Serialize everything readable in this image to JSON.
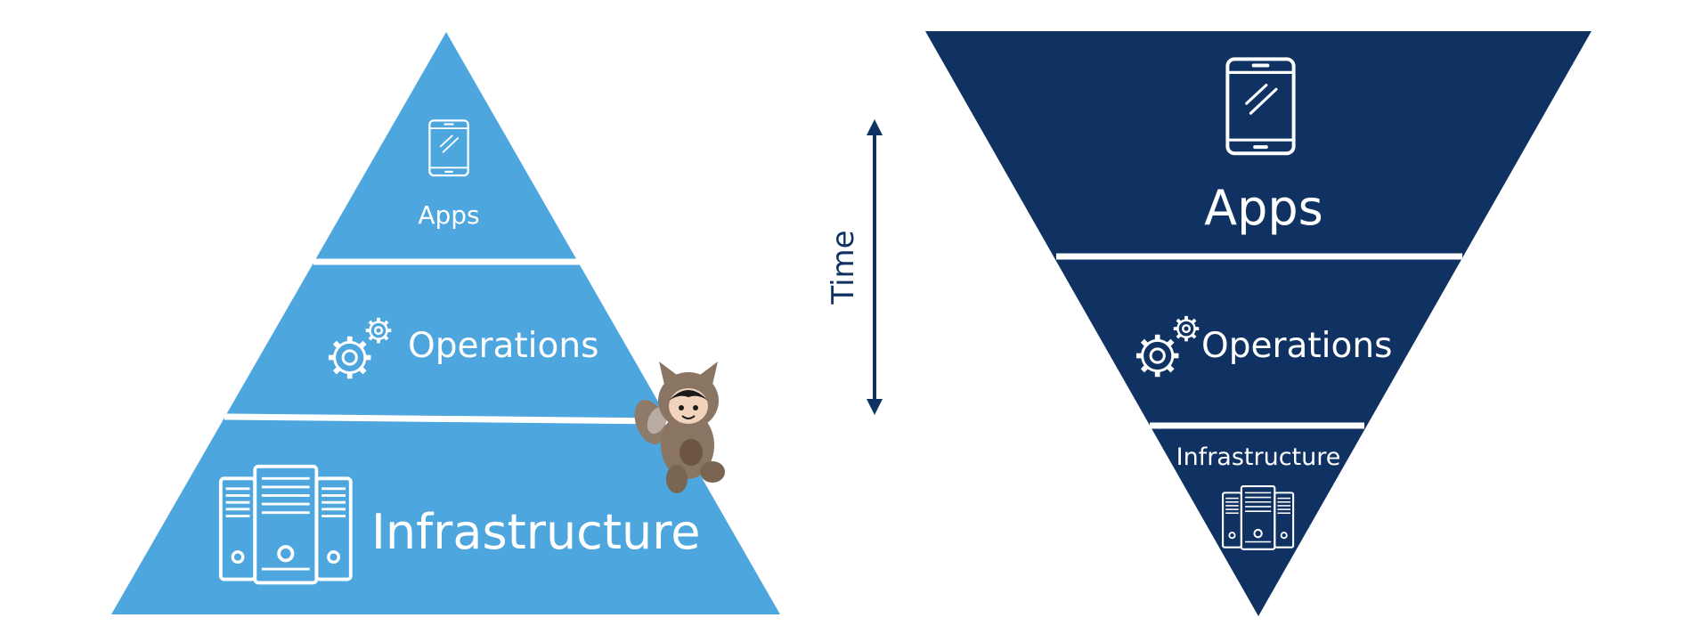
{
  "colors": {
    "left_pyramid": "#4ea6df",
    "right_pyramid": "#0f3263",
    "divider": "#ffffff",
    "label": "#ffffff",
    "arrow": "#0f3263",
    "background": "#ffffff"
  },
  "left_pyramid": {
    "tiers": [
      {
        "label": "Apps",
        "icon": "smartphone-icon"
      },
      {
        "label": "Operations",
        "icon": "gears-icon"
      },
      {
        "label": "Infrastructure",
        "icon": "servers-icon"
      }
    ],
    "mascot": "astro-mascot-icon"
  },
  "time_axis": {
    "label": "Time",
    "icon": "double-arrow-icon"
  },
  "right_pyramid": {
    "tiers": [
      {
        "label": "Apps",
        "icon": "smartphone-icon"
      },
      {
        "label": "Operations",
        "icon": "gears-icon"
      },
      {
        "label": "Infrastructure",
        "icon": "servers-icon"
      }
    ]
  }
}
